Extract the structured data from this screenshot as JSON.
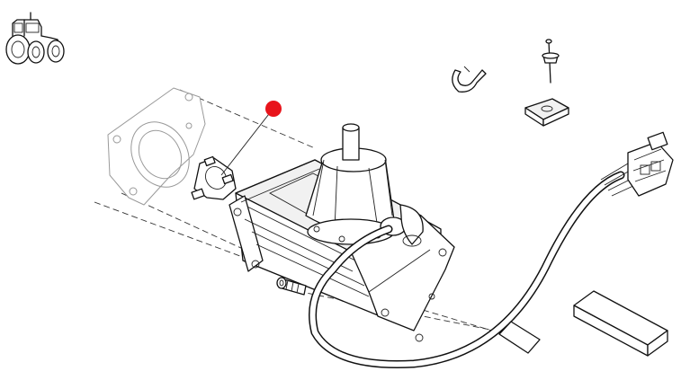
{
  "diagram": {
    "type": "exploded-parts-view",
    "icons": {
      "vehicle": "tractor-icon"
    },
    "colors": {
      "line": "#111111",
      "faint_line": "#999999",
      "background": "#ffffff",
      "callout_marker": "#e8141b"
    },
    "callouts": [
      {
        "id": "marker-1",
        "target": "bracket-clip",
        "color": "#e8141b"
      }
    ],
    "parts": [
      "mounting-plate",
      "bracket-clip",
      "motor-assembly",
      "gear-housing",
      "elbow-fitting",
      "cable-harness",
      "electrical-connector",
      "cable-tie",
      "rivet",
      "clip-nut",
      "socket-screw",
      "label",
      "foam-pad"
    ]
  }
}
